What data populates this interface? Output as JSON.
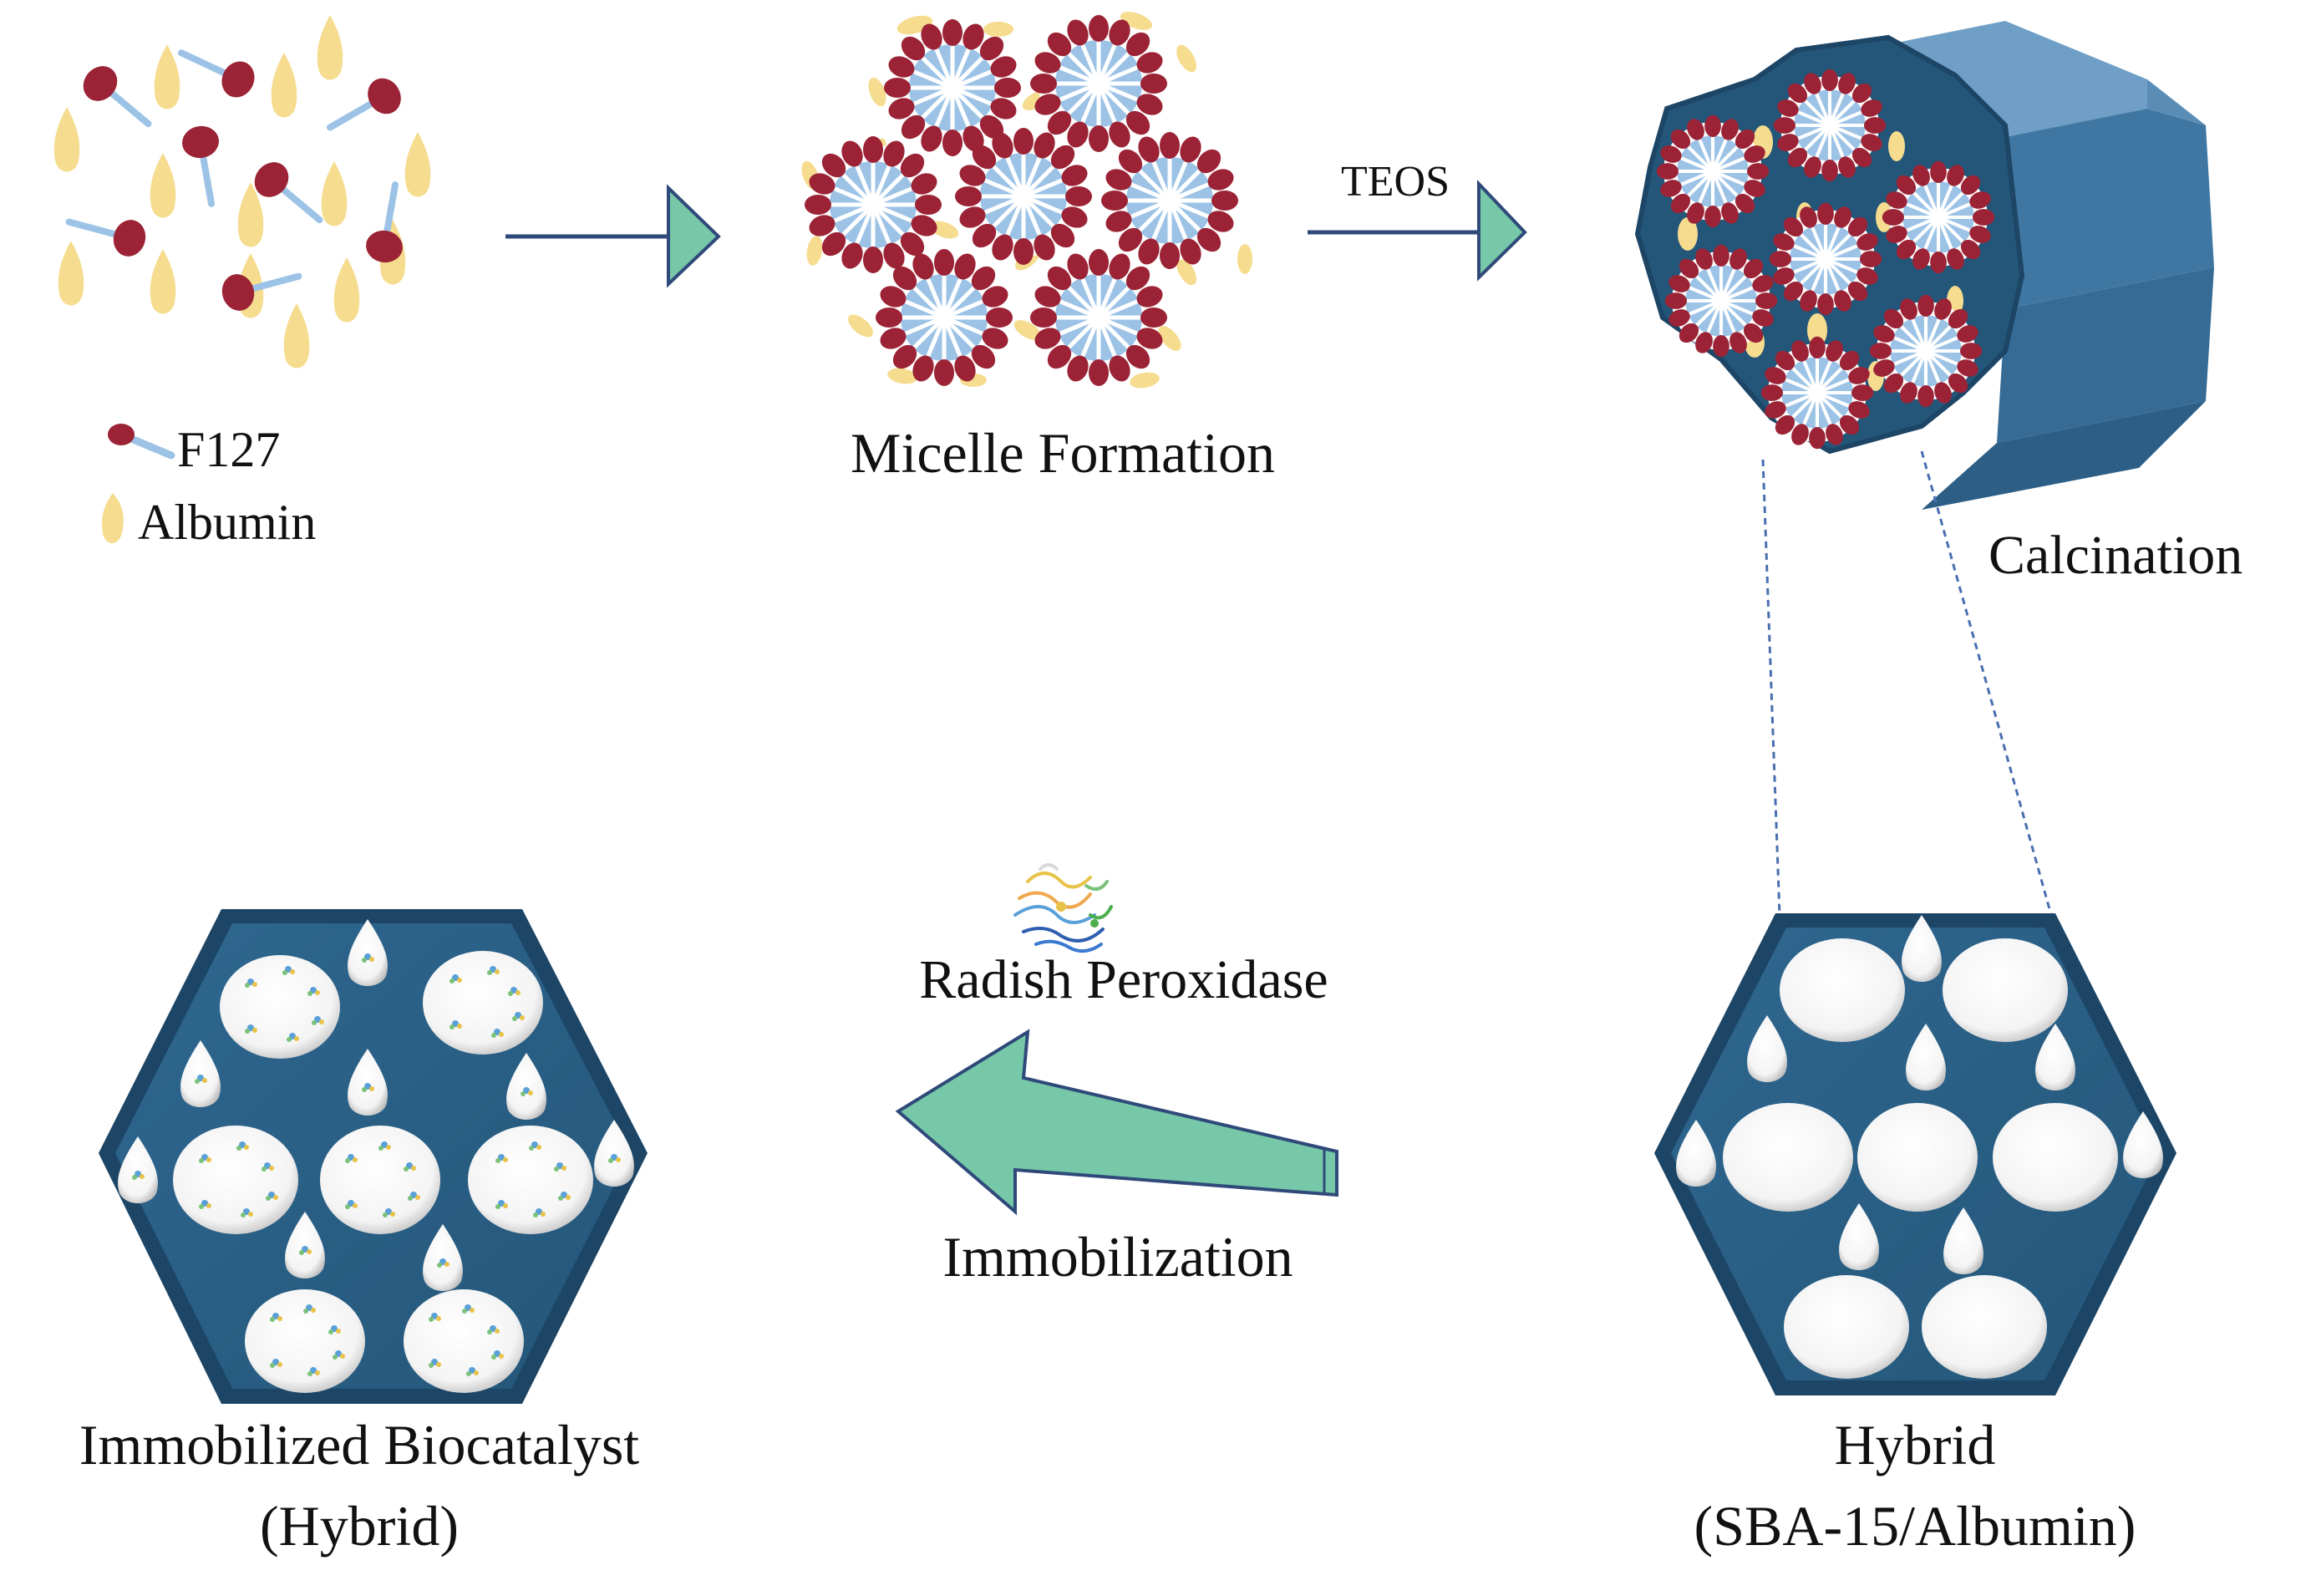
{
  "legend": {
    "f127_label": "F127",
    "albumin_label": "Albumin"
  },
  "steps": {
    "micelle_formation": "Micelle Formation",
    "teos": "TEOS",
    "calcination": "Calcination",
    "radish_peroxidase": "Radish Peroxidase",
    "immobilization": "Immobilization"
  },
  "products": {
    "immobilized_line1": "Immobilized Biocatalyst",
    "immobilized_line2": "(Hybrid)",
    "hybrid_line1": "Hybrid",
    "hybrid_line2": "(SBA-15/Albumin)"
  },
  "colors": {
    "f127_head": "#9b2335",
    "f127_tail": "#9cc3e6",
    "albumin": "#f6dc8f",
    "silica_dark": "#2b5f86",
    "silica_mid": "#4a85b0",
    "arrow_green": "#76c8a8",
    "arrow_line": "#2f4a7a"
  }
}
